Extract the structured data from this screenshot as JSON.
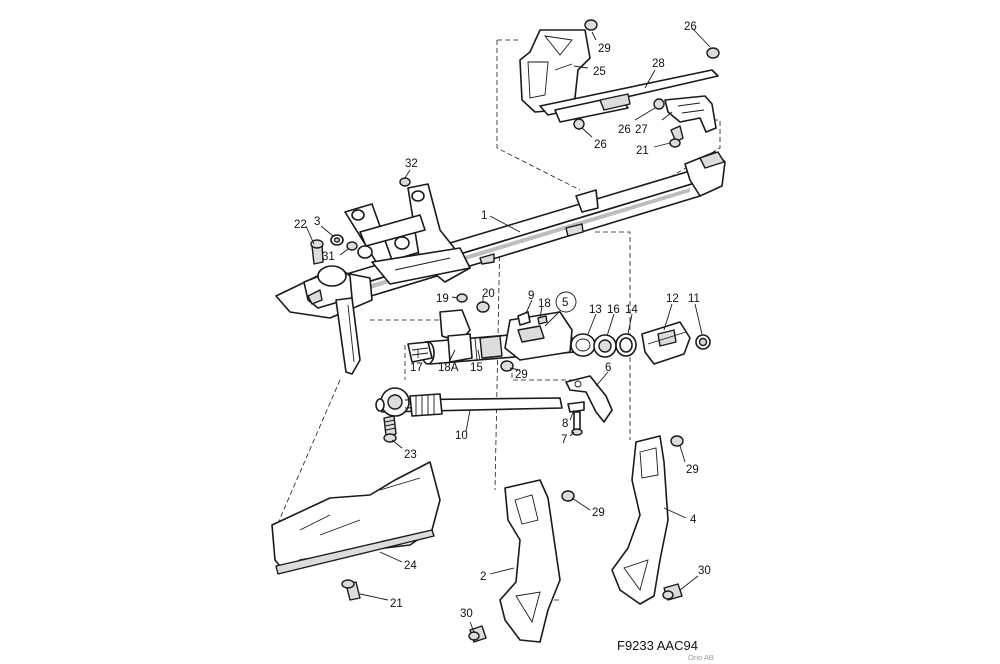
{
  "diagram": {
    "code": "F9233 AAC94",
    "credit": "Orio AB",
    "callouts": [
      {
        "id": "c29a",
        "text": "29"
      },
      {
        "id": "c26a",
        "text": "26"
      },
      {
        "id": "c25",
        "text": "25"
      },
      {
        "id": "c28",
        "text": "28"
      },
      {
        "id": "c26b",
        "text": "26"
      },
      {
        "id": "c27",
        "text": "27"
      },
      {
        "id": "c26c",
        "text": "26"
      },
      {
        "id": "c21a",
        "text": "21"
      },
      {
        "id": "c32",
        "text": "32"
      },
      {
        "id": "c1",
        "text": "1"
      },
      {
        "id": "c22",
        "text": "22"
      },
      {
        "id": "c3",
        "text": "3"
      },
      {
        "id": "c31",
        "text": "31"
      },
      {
        "id": "c9",
        "text": "9"
      },
      {
        "id": "c18",
        "text": "18"
      },
      {
        "id": "c5",
        "text": "5"
      },
      {
        "id": "c13",
        "text": "13"
      },
      {
        "id": "c16",
        "text": "16"
      },
      {
        "id": "c14",
        "text": "14"
      },
      {
        "id": "c12",
        "text": "12"
      },
      {
        "id": "c11",
        "text": "11"
      },
      {
        "id": "c19",
        "text": "19"
      },
      {
        "id": "c20",
        "text": "20"
      },
      {
        "id": "c17",
        "text": "17"
      },
      {
        "id": "c18a",
        "text": "18A"
      },
      {
        "id": "c15",
        "text": "15"
      },
      {
        "id": "c29b",
        "text": "29"
      },
      {
        "id": "c6",
        "text": "6"
      },
      {
        "id": "c8",
        "text": "8"
      },
      {
        "id": "c7",
        "text": "7"
      },
      {
        "id": "c10",
        "text": "10"
      },
      {
        "id": "c23",
        "text": "23"
      },
      {
        "id": "c29c",
        "text": "29"
      },
      {
        "id": "c4",
        "text": "4"
      },
      {
        "id": "c29d",
        "text": "29"
      },
      {
        "id": "c24",
        "text": "24"
      },
      {
        "id": "c2",
        "text": "2"
      },
      {
        "id": "c30a",
        "text": "30"
      },
      {
        "id": "c21b",
        "text": "21"
      },
      {
        "id": "c30b",
        "text": "30"
      }
    ]
  }
}
